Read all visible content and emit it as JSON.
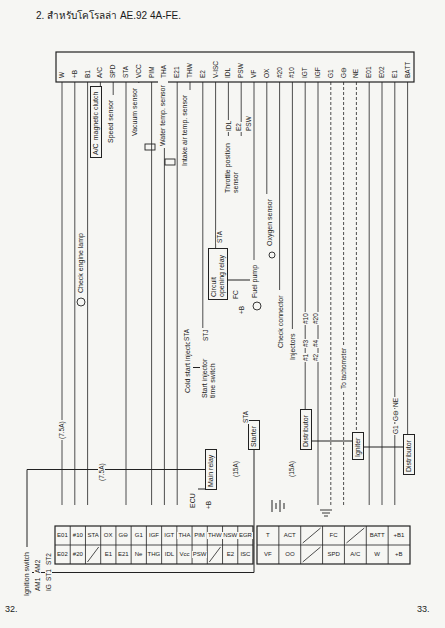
{
  "diagram": {
    "title": "2. สำหรับโคโรลล่า AE.92  4A-FE.",
    "nodes": [
      {
        "text": [
          "Check engine lamp"
        ]
      },
      {
        "text": [
          "A/C",
          "magnetic clutch"
        ]
      },
      {
        "text": [
          "Speed sensor"
        ]
      },
      {
        "text": [
          "Vacuum sensor"
        ]
      },
      {
        "text": [
          "Water temp. sensor"
        ]
      },
      {
        "text": [
          "Intake air temp. sensor"
        ]
      },
      {
        "text": [
          "Throttle position sensor"
        ]
      },
      {
        "text": [
          "Oxygen sensor"
        ]
      },
      {
        "text": [
          "Circuit opening relay"
        ]
      },
      {
        "text": [
          "Fuel pump"
        ]
      },
      {
        "text": [
          "Cold start injector"
        ]
      },
      {
        "text": [
          "Start injector time switch"
        ]
      },
      {
        "text": [
          "Check connector"
        ]
      },
      {
        "text": [
          "Injectors"
        ]
      },
      {
        "text": [
          "Starter"
        ]
      },
      {
        "text": [
          "Distributor"
        ]
      },
      {
        "text": [
          "Igniter"
        ]
      },
      {
        "text": [
          "Distributor"
        ]
      },
      {
        "text": [
          "Main relay"
        ]
      },
      {
        "text": [
          "ECU"
        ]
      },
      {
        "text": [
          "Ignition switch"
        ]
      }
    ],
    "edges": [
      {
        "from": 20,
        "to": 18,
        "arrow": "none"
      },
      {
        "from": 18,
        "to": 19,
        "arrow": "none"
      },
      {
        "from": 8,
        "to": 9,
        "arrow": "none"
      },
      {
        "from": 16,
        "to": 15,
        "arrow": "none"
      },
      {
        "from": 10,
        "to": 11,
        "arrow": "none"
      },
      {
        "from": 14,
        "to": 20,
        "arrow": "none"
      },
      {
        "from": 16,
        "to": 17,
        "arrow": "none"
      }
    ],
    "labels": [
      "W",
      "+B",
      "B1",
      "A/C",
      "SPD",
      "STA",
      "VCC",
      "PIM",
      "THA",
      "E21",
      "THW",
      "E2",
      "V-ISC",
      "IDL",
      "PSW",
      "VF",
      "OX",
      "#20",
      "#10",
      "IGT",
      "IGF",
      "G1",
      "G⊖",
      "NE",
      "E01",
      "E02",
      "E1",
      "BATT",
      "(7.5A)",
      "(7.5A)",
      "(15A)",
      "(15A)",
      "STA",
      "STA",
      "STA",
      "STJ",
      "FC",
      "+B",
      "+B",
      "#10",
      "#20",
      "#1",
      "#2",
      "#3",
      "#4",
      "To tachometer",
      "G1",
      "G⊖",
      "NE",
      "AM1",
      "AM2",
      "IG",
      "ST1",
      "ST2",
      "IDL",
      "E2",
      "PSW",
      "32.",
      "33.",
      "E01",
      "#10",
      "STA",
      "OX",
      "G⊖",
      "G1",
      "IGF",
      "IGT",
      "THA",
      "PIM",
      "THW",
      "NSW",
      "EGR",
      "E02",
      "#20",
      "E1",
      "E21",
      "Ne",
      "THG",
      "IDL",
      "Vcc",
      "PSW",
      "E2",
      "ISC",
      "T",
      "ACT",
      "FC",
      "BATT",
      "+B1",
      "VF",
      "OO",
      "SPD",
      "A/C",
      "W",
      "+B"
    ]
  }
}
